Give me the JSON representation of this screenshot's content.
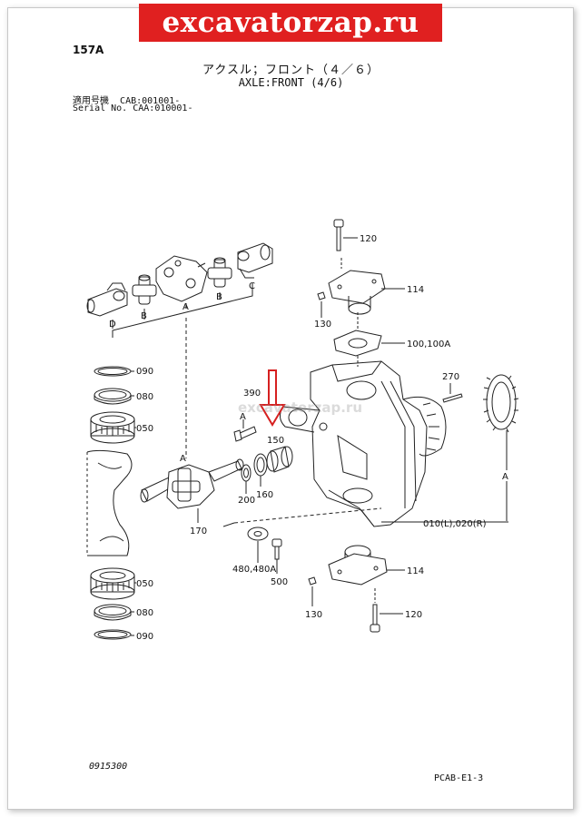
{
  "banner": {
    "text": "excavatorzap.ru",
    "color": "#e02020"
  },
  "watermark": "excavatorzap.ru",
  "page_number": "157A",
  "title_jp": "アクスル；フロント（４／６）",
  "title_en": "AXLE:FRONT (4/6)",
  "serial": {
    "line1_label": "適用号機",
    "line1_value": "CAB:001001-",
    "line2_label": "Serial No.",
    "line2_value": "CAA:010001-"
  },
  "callouts": {
    "p120_top": "120",
    "p114_top": "114",
    "p130_top": "130",
    "p100": "100,100A",
    "p270": "270",
    "p390": "390",
    "a_390": "A",
    "p150": "150",
    "p160": "160",
    "p200": "200",
    "p170": "170",
    "a_170": "A",
    "p480": "480,480A",
    "p500": "500",
    "p010": "010(L),020(R)",
    "a_010": "A",
    "p114_bot": "114",
    "p130_bot": "130",
    "p120_bot": "120",
    "left_090_top": "090",
    "left_080_top": "080",
    "left_050_top": "050",
    "left_050_bot": "050",
    "left_080_bot": "080",
    "left_090_bot": "090",
    "letter_d": "D",
    "letter_b1": "B",
    "letter_a": "A",
    "letter_b2": "B",
    "letter_c": "C"
  },
  "footer_left": "0915300",
  "footer_right": "PCAB-E1-3",
  "arrow_color": "#d62020"
}
